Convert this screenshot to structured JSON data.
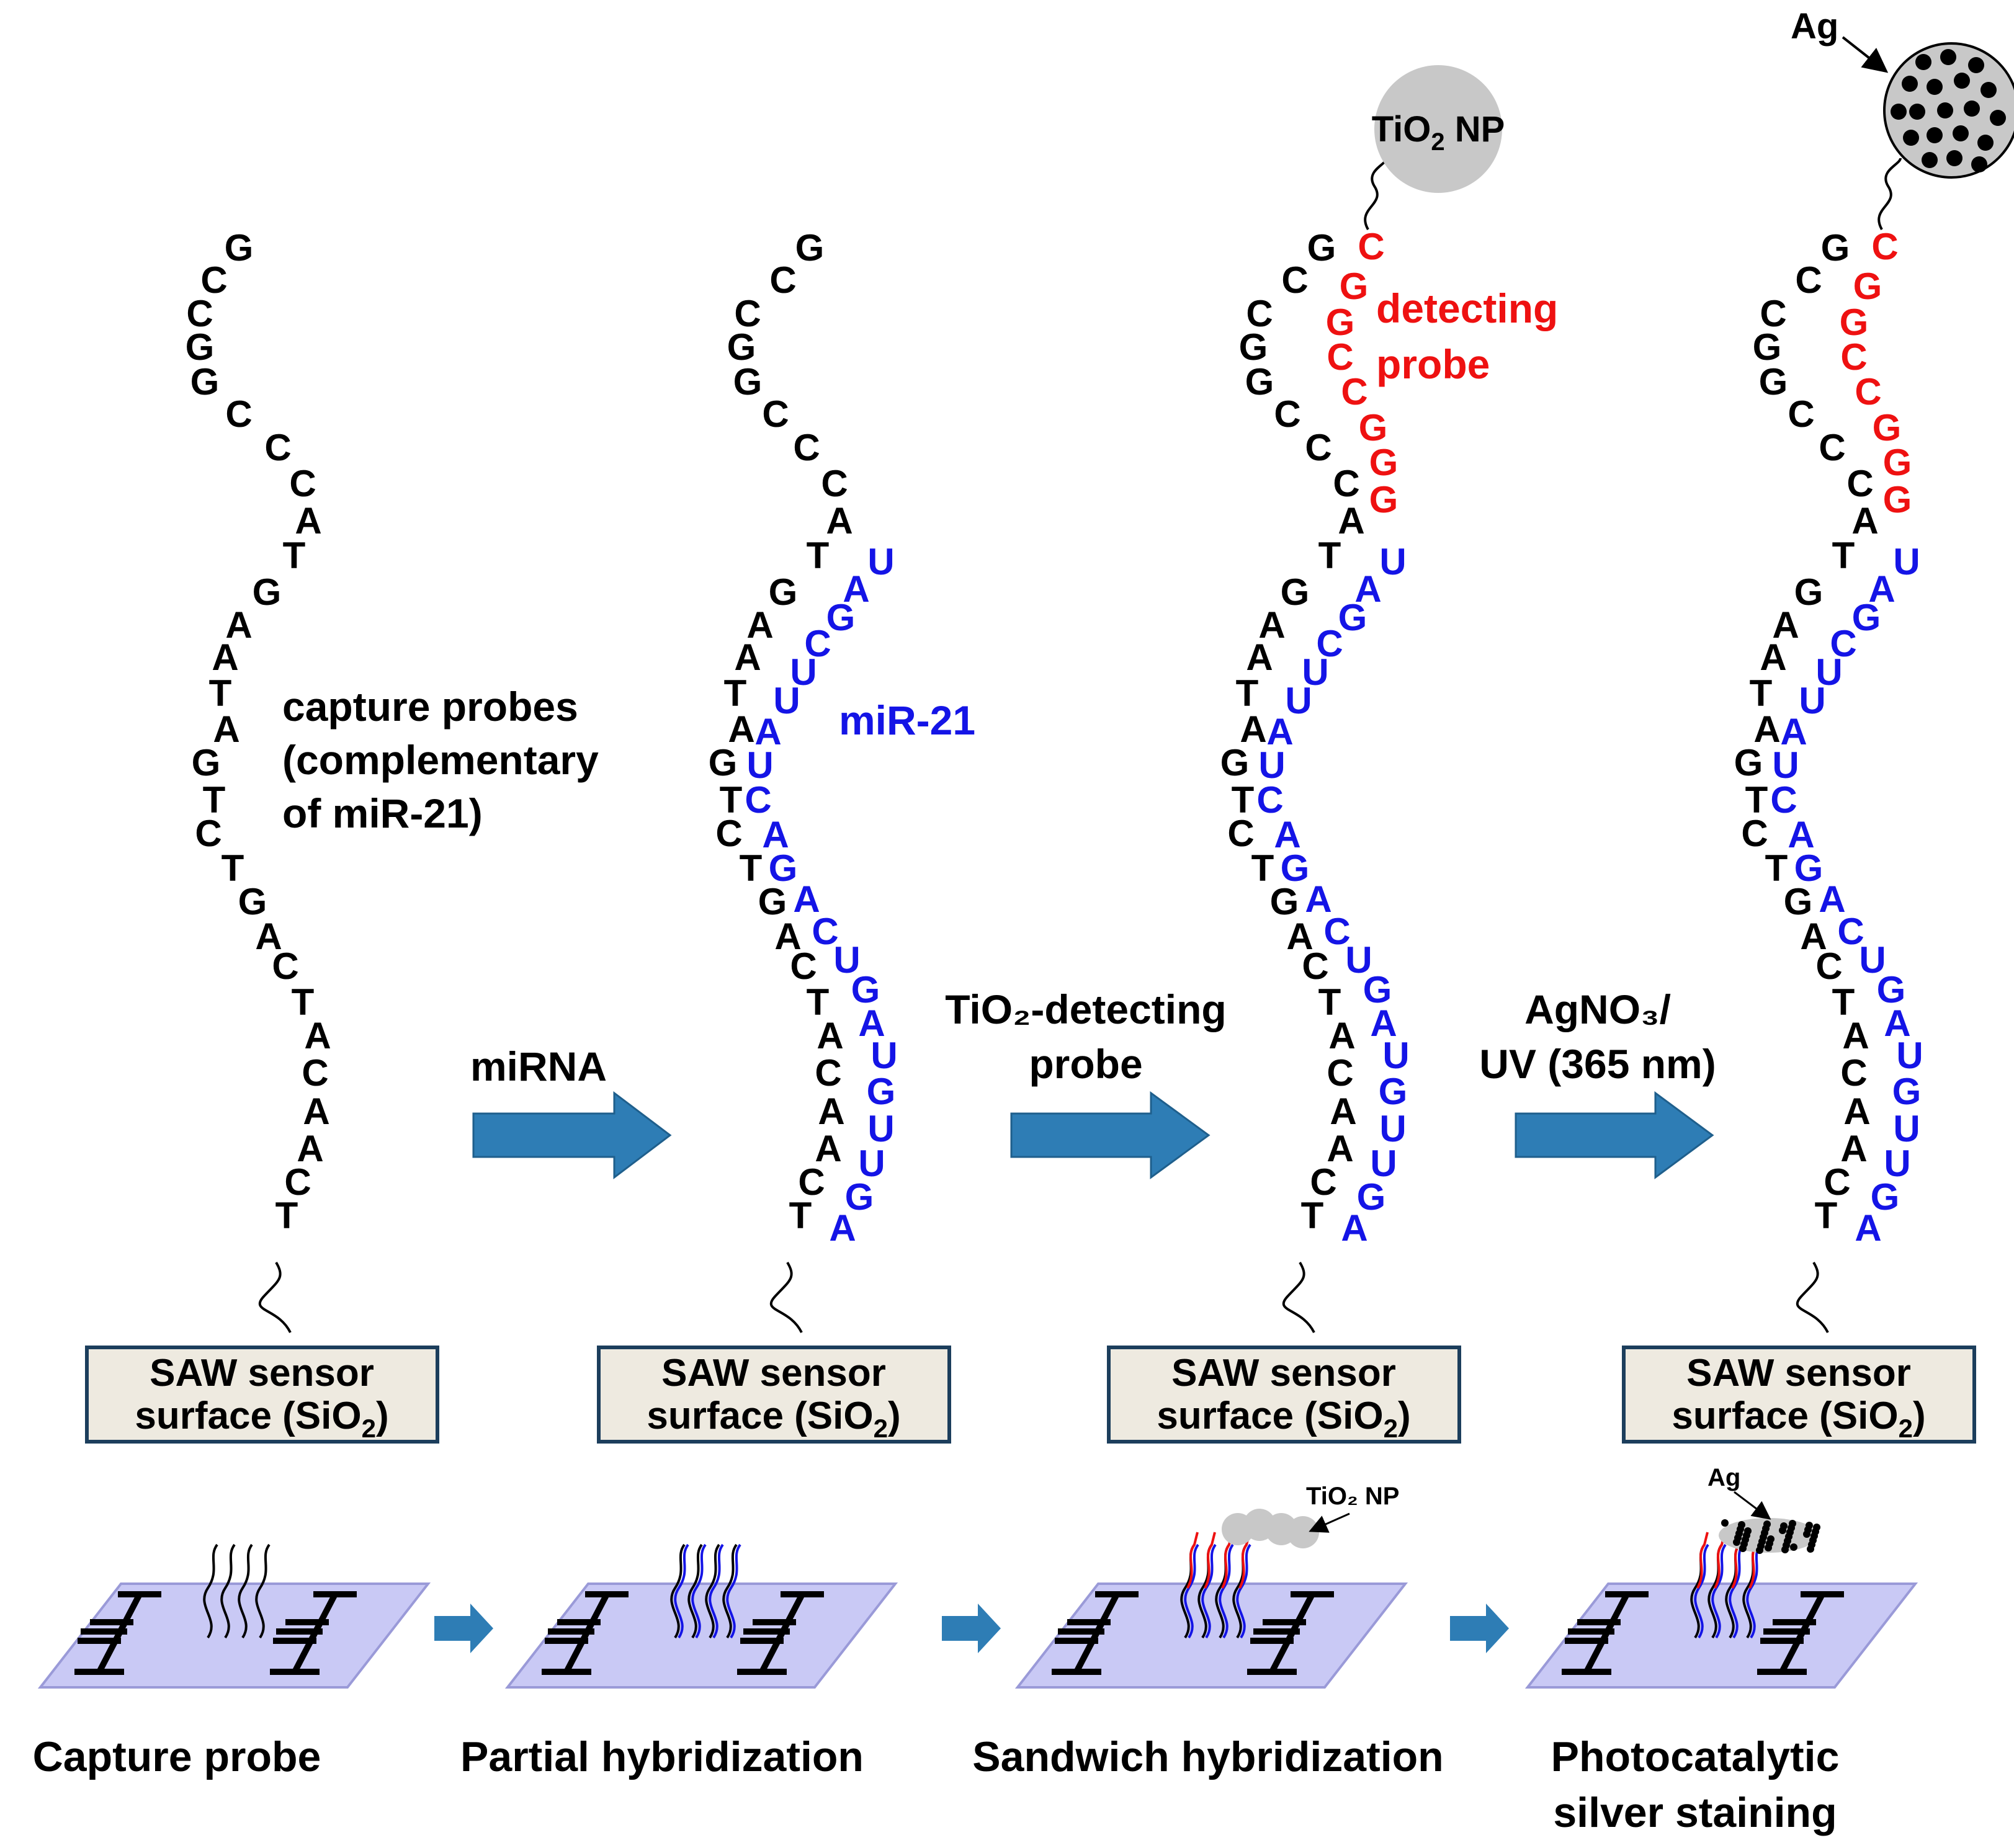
{
  "colors": {
    "capture": "#000000",
    "mirna": "#1414e6",
    "detecting": "#ee1111",
    "arrow": "#2e7db5",
    "box_fill": "#eeeae0",
    "box_stroke": "#1c3e5c",
    "chip": "#c9c9f5",
    "np": "#c8c8c8"
  },
  "capture_sequence": [
    "G",
    "C",
    "C",
    "G",
    "G",
    "C",
    "C",
    "C",
    "A",
    "T",
    "G",
    "A",
    "A",
    "T",
    "A",
    "G",
    "T",
    "C",
    "T",
    "G",
    "A",
    "C",
    "T",
    "A",
    "C",
    "A",
    "A",
    "C",
    "T"
  ],
  "mirna_sequence": [
    "U",
    "A",
    "G",
    "C",
    "U",
    "U",
    "A",
    "U",
    "C",
    "A",
    "G",
    "A",
    "C",
    "U",
    "G",
    "A",
    "U",
    "G",
    "U",
    "U",
    "G",
    "A"
  ],
  "detecting_sequence": [
    "C",
    "G",
    "G",
    "C",
    "C",
    "G",
    "G",
    "G"
  ],
  "labels": {
    "capture_probes": [
      "capture probes",
      "(complementary",
      "of miR-21)"
    ],
    "mirna": "miR-21",
    "detecting_probe": [
      "detecting",
      "probe"
    ],
    "tio2_np": "TiO",
    "tio2_np_sub": "2",
    "tio2_np_tail": " NP",
    "ag": "Ag"
  },
  "sensor_box": {
    "line1": "SAW sensor",
    "line2": "surface (SiO",
    "line2_sub": "2",
    "line2_tail": ")"
  },
  "arrows": [
    {
      "lines": [
        "miRNA"
      ]
    },
    {
      "lines": [
        "TiO₂-detecting",
        "probe"
      ]
    },
    {
      "lines": [
        "AgNO₃/",
        "UV (365 nm)"
      ]
    }
  ],
  "captions": [
    [
      "Capture probe"
    ],
    [
      "Partial hybridization"
    ],
    [
      "Sandwich hybridization"
    ],
    [
      "Photocatalytic",
      "silver staining"
    ]
  ],
  "bottom_labels": {
    "tio2_np": "TiO₂ NP",
    "ag": "Ag"
  }
}
